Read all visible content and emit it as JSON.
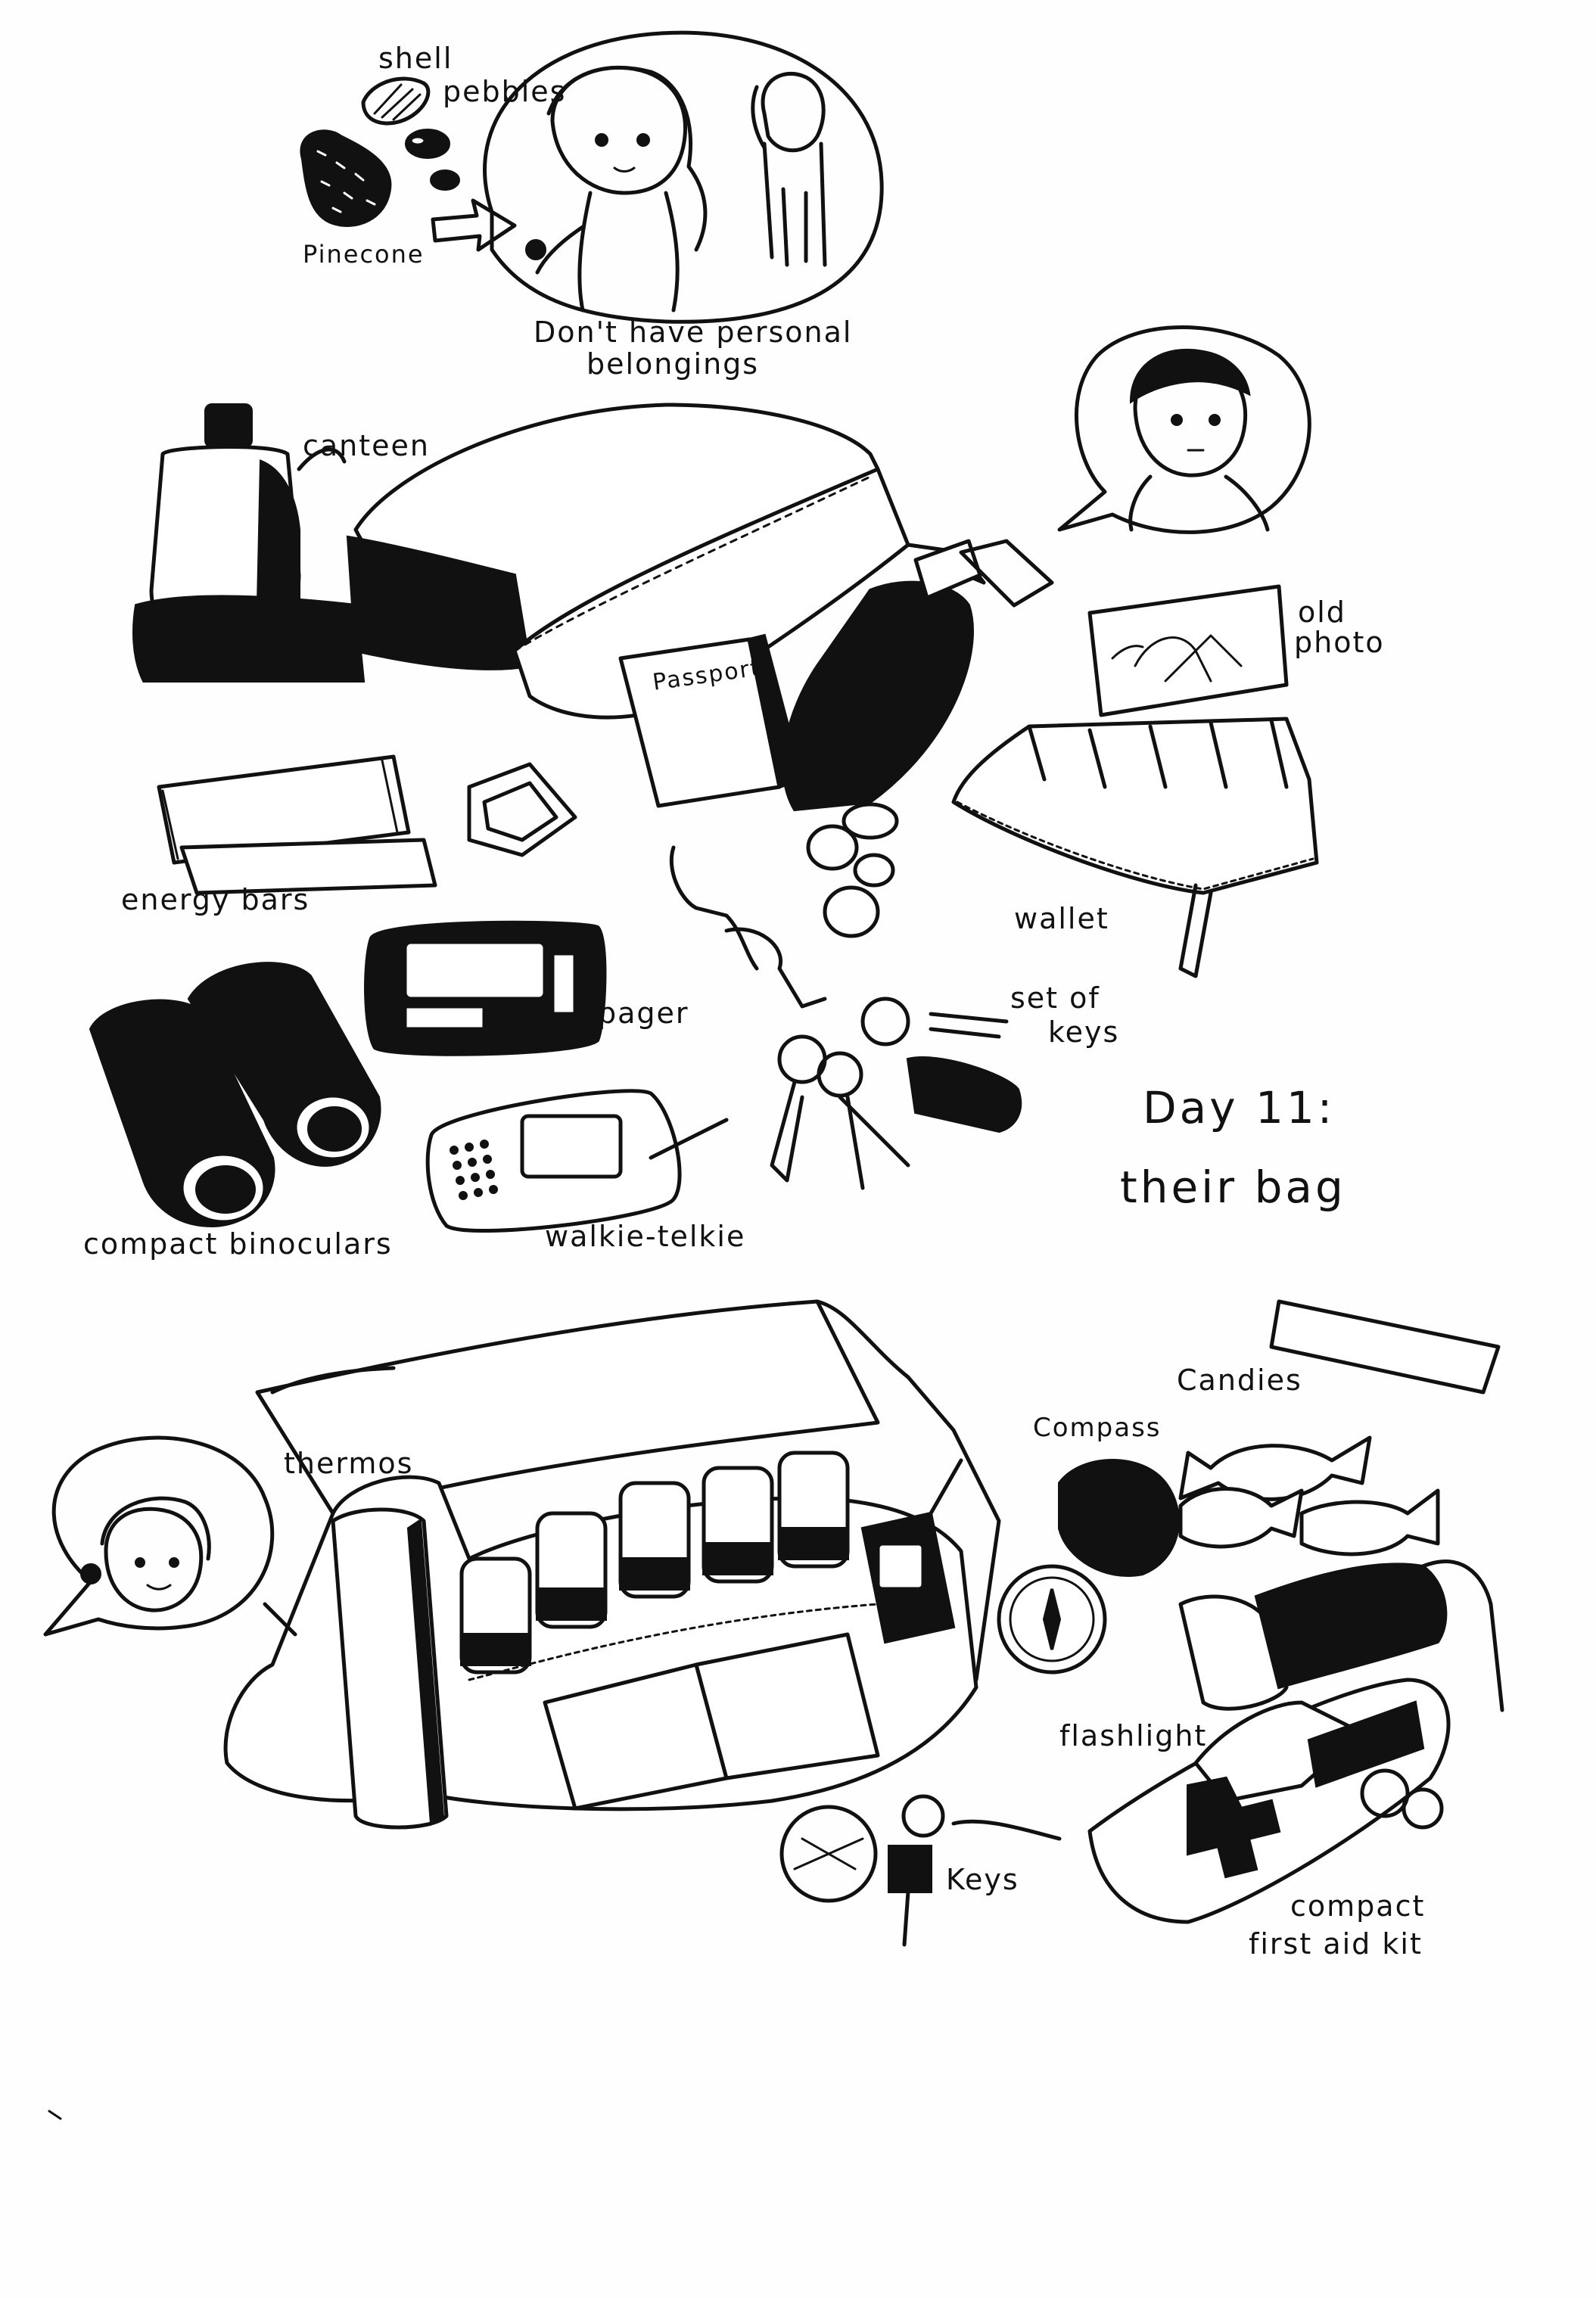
{
  "title": {
    "line1": "Day 11:",
    "line2": "their bag"
  },
  "note": {
    "line1": "Don't have personal",
    "line2": "belongings"
  },
  "top_labels": {
    "shell": "shell",
    "pebbles": "pebbles",
    "pinecone": "Pinecone",
    "canteen": "canteen",
    "passport": "Passport",
    "old_photo_1": "old",
    "old_photo_2": "photo",
    "energy_bars": "energy bars",
    "wallet": "wallet",
    "pager": "pager",
    "keys_1": "set of",
    "keys_2": "keys",
    "binoculars": "compact binoculars",
    "walkie": "walkie-telkie"
  },
  "bottom_labels": {
    "thermos": "thermos",
    "compass": "Compass",
    "candies": "Candies",
    "flashlight": "flashlight",
    "keys": "Keys",
    "first_aid_1": "compact",
    "first_aid_2": "first aid kit"
  },
  "colors": {
    "ink": "#111111",
    "paper": "#fefefe"
  }
}
